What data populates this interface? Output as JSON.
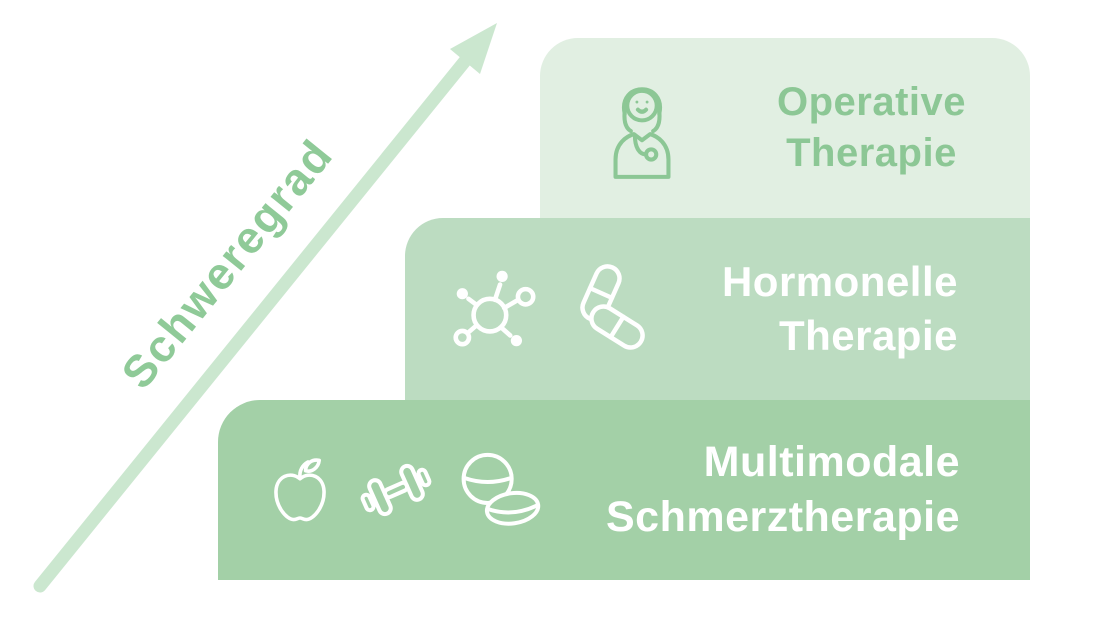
{
  "axis": {
    "label": "Schweregrad"
  },
  "levels": [
    {
      "name": "operative-therapie",
      "line1": "Operative",
      "line2": "Therapie",
      "icons": [
        "female-doctor-icon"
      ]
    },
    {
      "name": "hormonelle-therapie",
      "line1": "Hormonelle",
      "line2": "Therapie",
      "icons": [
        "molecule-icon",
        "capsules-icon"
      ]
    },
    {
      "name": "multimodale-schmerztherapie",
      "line1": "Multimodale",
      "line2": "Schmerztherapie",
      "icons": [
        "apple-icon",
        "dumbbell-icon",
        "tablets-icon"
      ]
    }
  ],
  "colors": {
    "arrow": "#cbe7cf",
    "axis_label": "#8fca98",
    "level1_bg": "#e1efe2",
    "level1_text": "#8cc795",
    "level2_bg": "#bcdcc1",
    "level2_text": "#ffffff",
    "level3_bg": "#a3d0a7",
    "level3_text": "#ffffff"
  }
}
